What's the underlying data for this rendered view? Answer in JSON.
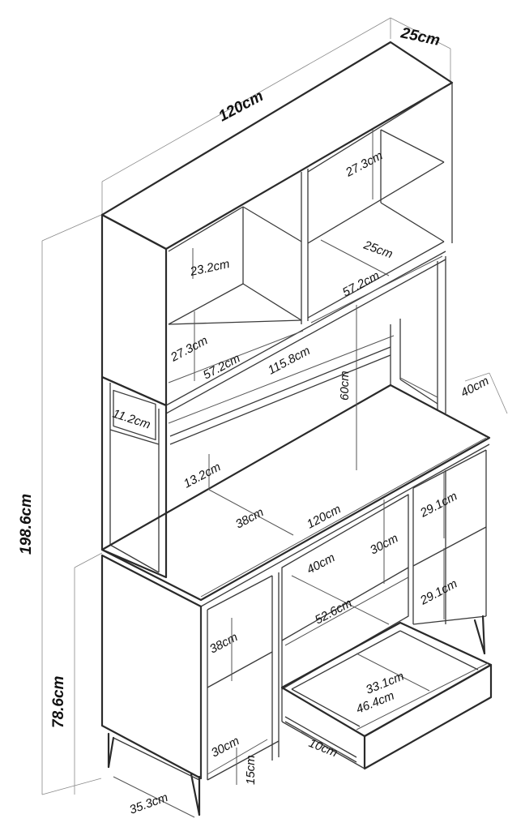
{
  "diagram": {
    "overall": {
      "width": "120cm",
      "depth": "25cm",
      "height": "198.6cm",
      "desk_height": "78.6cm"
    },
    "labels": {
      "d_27_3_top": "27.3cm",
      "d_23_2": "23.2cm",
      "d_25": "25cm",
      "d_57_2_right": "57.2cm",
      "d_27_3_left": "27.3cm",
      "d_57_2_left": "57.2cm",
      "d_115_8": "115.8cm",
      "d_60": "60cm",
      "d_40_right": "40cm",
      "d_11_2": "11.2cm",
      "d_13_2": "13.2cm",
      "d_38_desk": "38cm",
      "d_120_desk": "120cm",
      "d_30_drawer": "30cm",
      "d_40_drawer": "40cm",
      "d_29_1_top": "29.1cm",
      "d_29_1_bottom": "29.1cm",
      "d_52_6": "52.6cm",
      "d_38_shelf": "38cm",
      "d_33_1": "33.1cm",
      "d_46_4": "46.4cm",
      "d_30_bottom": "30cm",
      "d_10": "10cm",
      "d_15": "15cm",
      "d_35_3": "35.3cm"
    }
  }
}
